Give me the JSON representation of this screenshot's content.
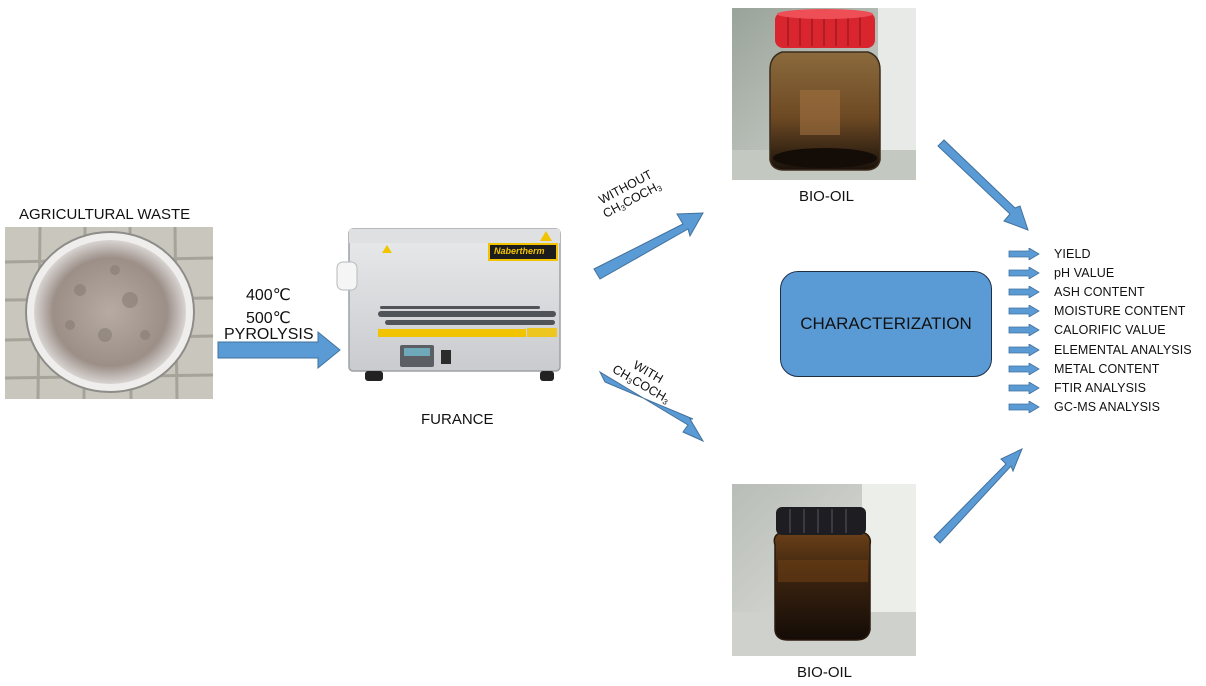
{
  "labels": {
    "agricultural_waste": "AGRICULTURAL WASTE",
    "temp_1": "400℃",
    "temp_2": "500℃",
    "pyrolysis": "PYROLYSIS",
    "furnace": "FURANCE",
    "furnace_brand": "Nabertherm",
    "without": "WITHOUT",
    "with": "WITH",
    "solvent_part1": "CH",
    "solvent_sub1": "3",
    "solvent_part2": "COCH",
    "solvent_sub2": "3",
    "bio_oil_top": "BIO-OIL",
    "bio_oil_bottom": "BIO-OIL",
    "characterization": "CHARACTERIZATION"
  },
  "analyses": [
    "YIELD",
    "pH VALUE",
    "ASH CONTENT",
    "MOISTURE CONTENT",
    "CALORIFIC VALUE",
    "ELEMENTAL ANALYSIS",
    "METAL CONTENT",
    "FTIR ANALYSIS",
    "GC-MS ANALYSIS"
  ],
  "colors": {
    "arrow_fill": "#5b9bd5",
    "arrow_stroke": "#41719c",
    "char_box": "#5b9bd5",
    "oil_dark": "#2a1a0c",
    "lid_red": "#d9252e",
    "lid_black": "#1e1e22"
  }
}
